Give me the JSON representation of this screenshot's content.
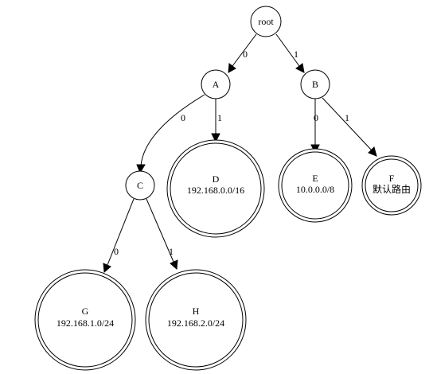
{
  "nodes": {
    "root": {
      "label": "root"
    },
    "A": {
      "label": "A"
    },
    "B": {
      "label": "B"
    },
    "C": {
      "label": "C"
    },
    "D": {
      "title": "D",
      "detail": "192.168.0.0/16"
    },
    "E": {
      "title": "E",
      "detail": "10.0.0.0/8"
    },
    "F": {
      "title": "F",
      "detail": "默认路由"
    },
    "G": {
      "title": "G",
      "detail": "192.168.1.0/24"
    },
    "H": {
      "title": "H",
      "detail": "192.168.2.0/24"
    }
  },
  "edges": {
    "root_A": "0",
    "root_B": "1",
    "A_C": "0",
    "A_D": "1",
    "B_E": "0",
    "B_F": "1",
    "C_G": "0",
    "C_H": "1"
  }
}
